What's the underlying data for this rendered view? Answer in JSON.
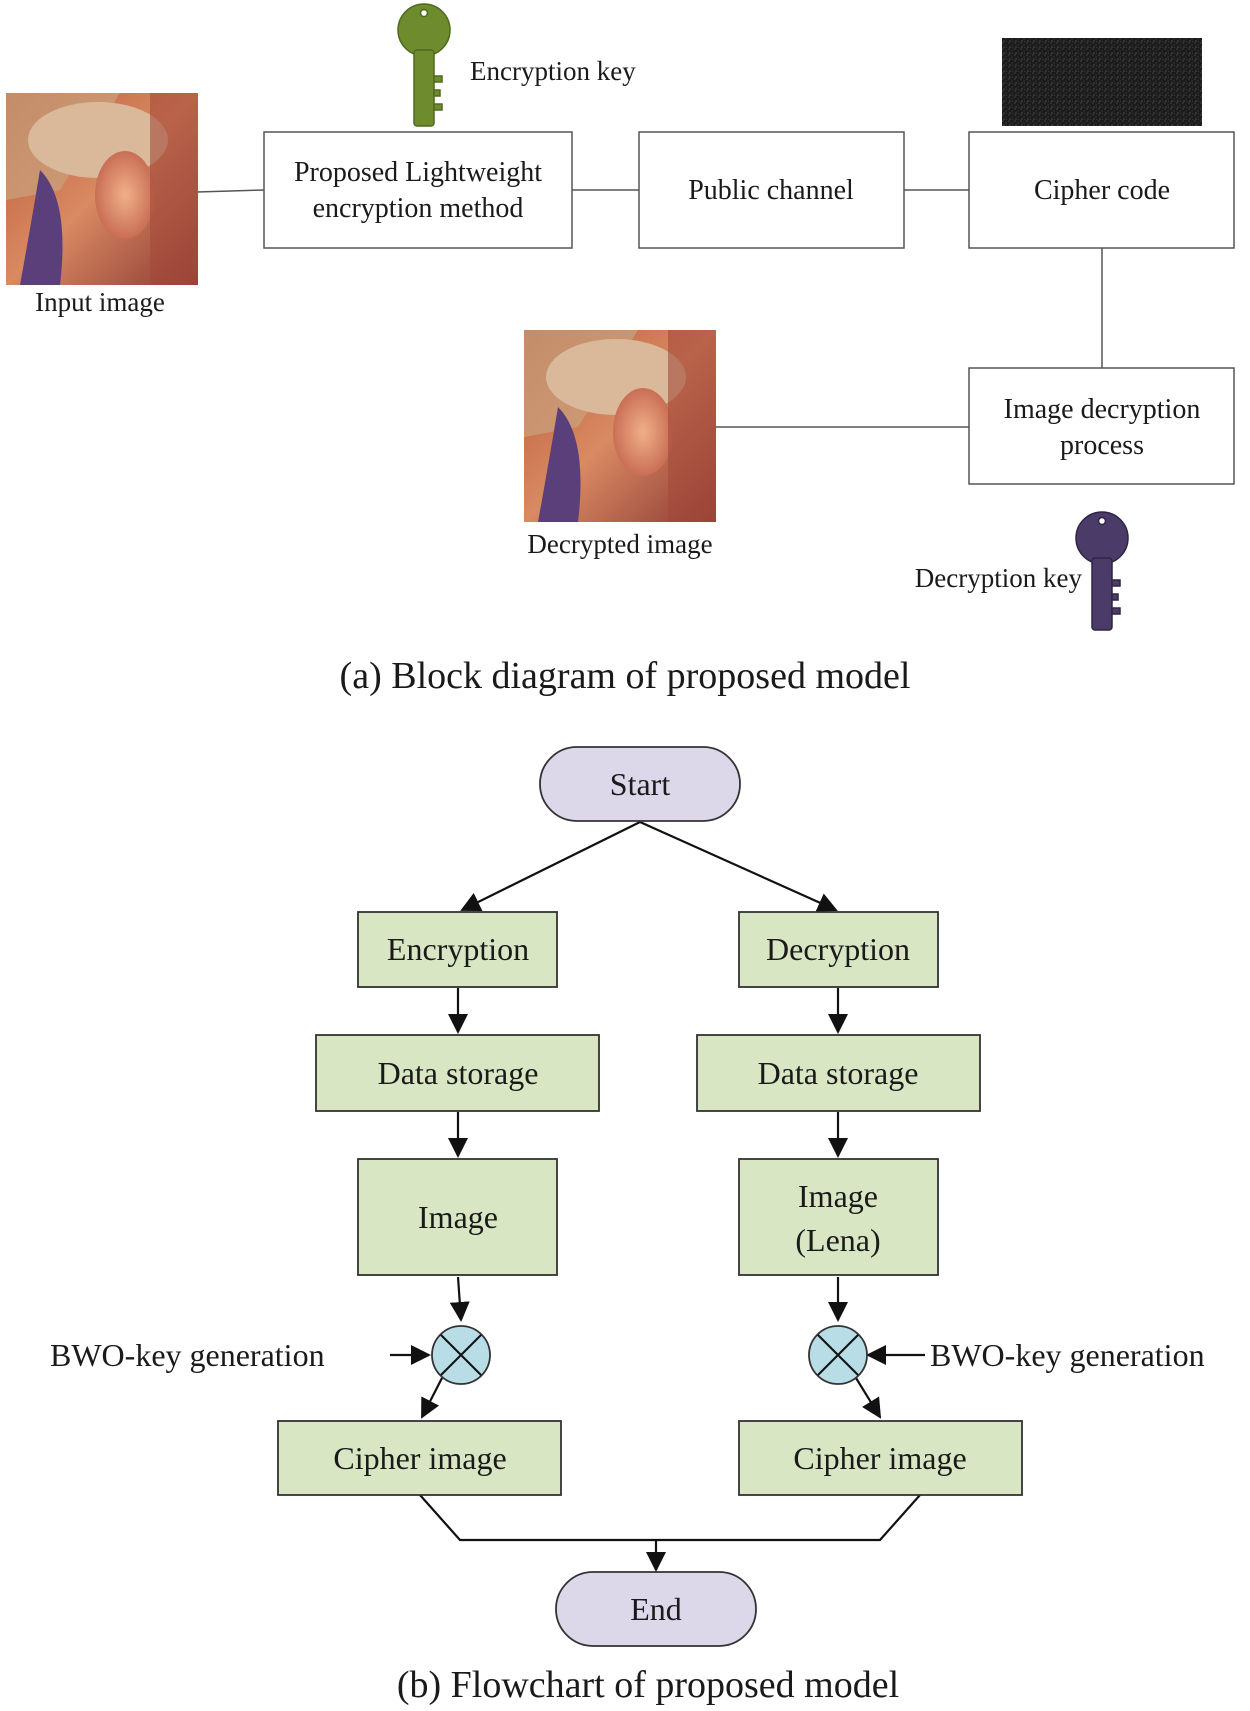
{
  "part_a": {
    "caption": "(a) Block diagram of proposed model",
    "input_image_label": "Input image",
    "encryption_key_label": "Encryption key",
    "encrypt_box": [
      "Proposed Lightweight",
      "encryption method"
    ],
    "channel_box": "Public channel",
    "cipher_box": "Cipher code",
    "decrypt_box": [
      "Image decryption",
      "process"
    ],
    "decrypted_image_label": "Decrypted image",
    "decryption_key_label": "Decryption key",
    "colors": {
      "encryption_key": "#6e8b2e",
      "decryption_key": "#4a3b68",
      "box_stroke": "#555555"
    }
  },
  "part_b": {
    "caption": "(b) Flowchart of proposed model",
    "start": "Start",
    "end": "End",
    "left_branch": {
      "step1": "Encryption",
      "step2": "Data storage",
      "step3": [
        "Image"
      ],
      "key_gen": "BWO-key generation",
      "result": "Cipher image"
    },
    "right_branch": {
      "step1": "Decryption",
      "step2": "Data storage",
      "step3": [
        "Image",
        "(Lena)"
      ],
      "key_gen": "BWO-key generation",
      "result": "Cipher image"
    },
    "colors": {
      "terminal_fill": "#dcd8ea",
      "process_fill": "#d8e6c4",
      "operator_fill": "#b9dde6"
    }
  }
}
